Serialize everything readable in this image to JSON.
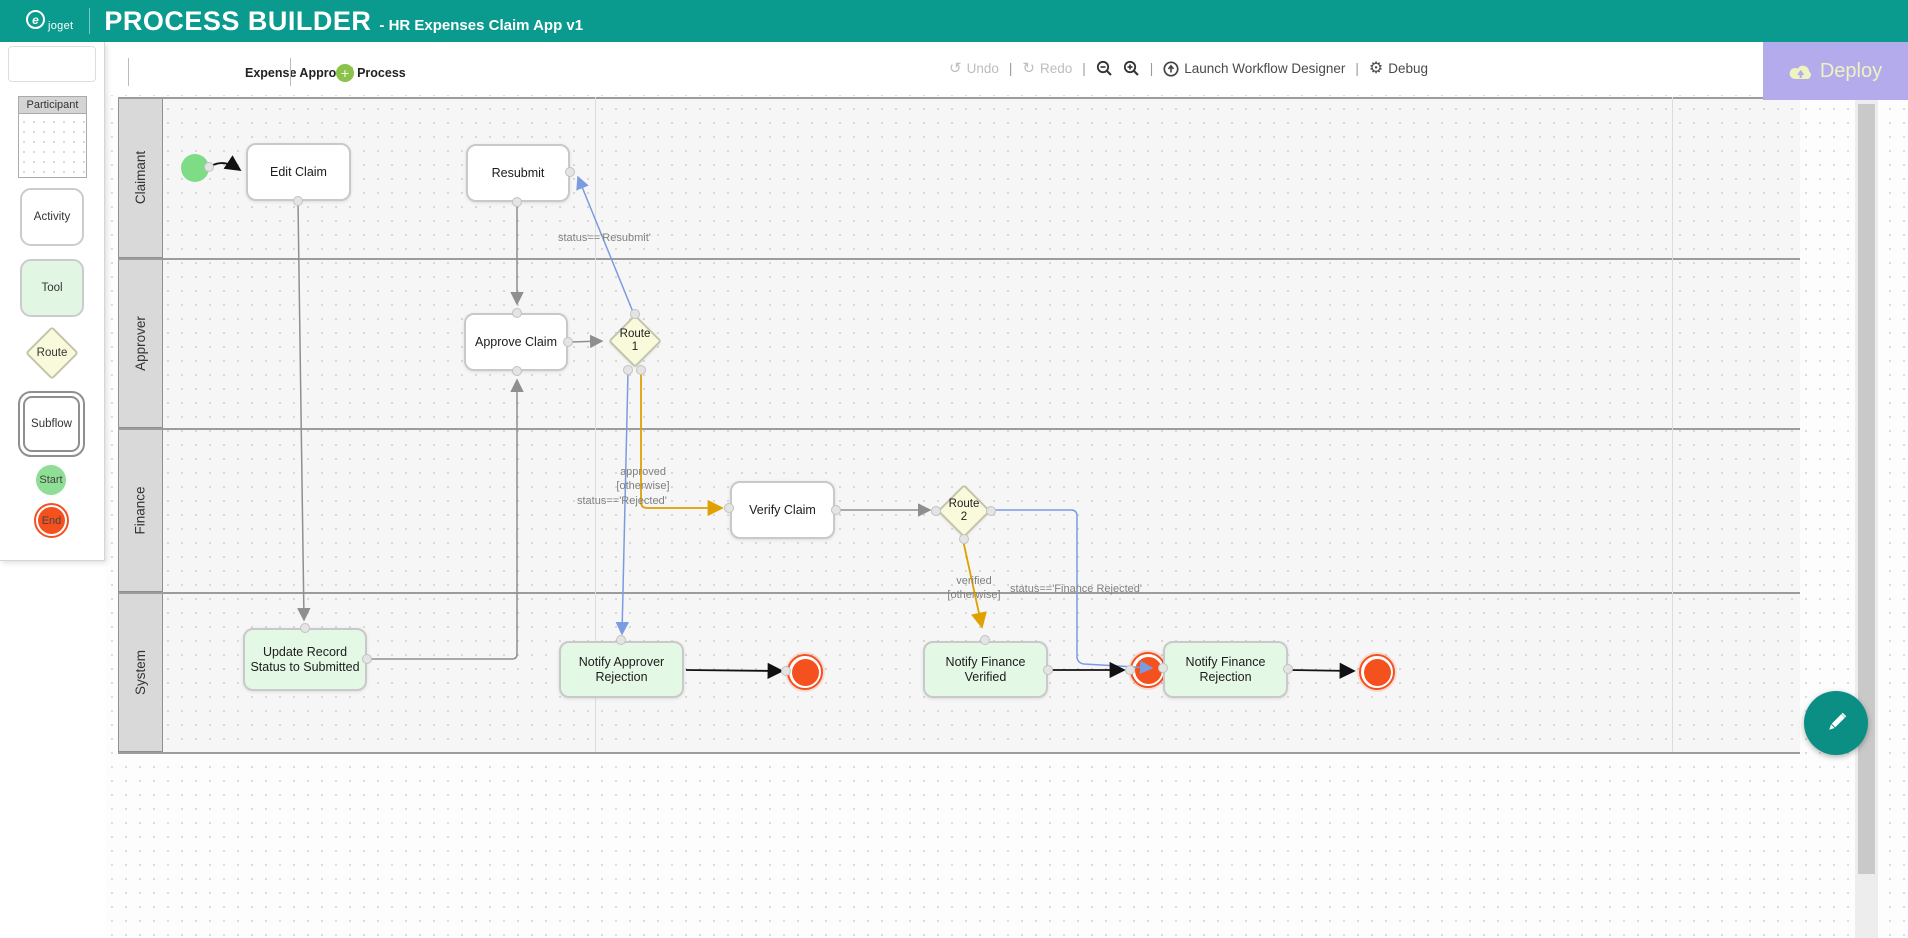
{
  "header": {
    "logo_glyph": "e",
    "logo_text": "joget",
    "title": "PROCESS BUILDER",
    "subtitle": "- HR Expenses Claim App v1"
  },
  "toolbar": {
    "undo_label": "Undo",
    "redo_label": "Redo",
    "launch_label": "Launch Workflow Designer",
    "debug_label": "Debug",
    "deploy_label": "Deploy",
    "separator": "|"
  },
  "icons": {
    "undo": "↺",
    "redo": "↻",
    "debug": "⚙",
    "plus": "+"
  },
  "tabs": {
    "active_tab": "Expense Approval Process"
  },
  "palette": {
    "participant": "Participant",
    "activity": "Activity",
    "tool": "Tool",
    "route": "Route",
    "subflow": "Subflow",
    "start": "Start",
    "end": "End"
  },
  "lanes": {
    "claimant": "Claimant",
    "approver": "Approver",
    "finance": "Finance",
    "system": "System"
  },
  "nodes": {
    "edit_claim": "Edit Claim",
    "resubmit": "Resubmit",
    "approve_claim": "Approve Claim",
    "route1": "Route\n1",
    "verify_claim": "Verify Claim",
    "route2": "Route\n2",
    "update_record": "Update Record Status to Submitted",
    "notify_approver_rejection": "Notify Approver Rejection",
    "notify_finance_verified": "Notify Finance Verified",
    "notify_finance_rejection": "Notify Finance Rejection"
  },
  "edge_labels": {
    "resubmit_condition": "status=='Resubmit'",
    "approved_otherwise": "approved\n[otherwise]",
    "rejected_condition": "status=='Rejected'",
    "verified_otherwise": "verified\n[otherwise]",
    "finance_rejected_condition": "status=='Finance Rejected'"
  },
  "colors": {
    "header_teal": "#0a9a8e",
    "deploy_purple": "#b3abec",
    "deploy_text": "#eef3c0",
    "start_green": "#7edc87",
    "tool_green": "#e4f8e6",
    "route_yellow": "#f9f9dc",
    "end_orange": "#f4511e",
    "edge_gray": "#8f8f8f",
    "edge_blue": "#7b9be0",
    "edge_orange": "#dfa000",
    "lane_gray": "#d9d9d9",
    "fab_teal": "#0b8f84",
    "plus_green": "#8bc34a"
  }
}
